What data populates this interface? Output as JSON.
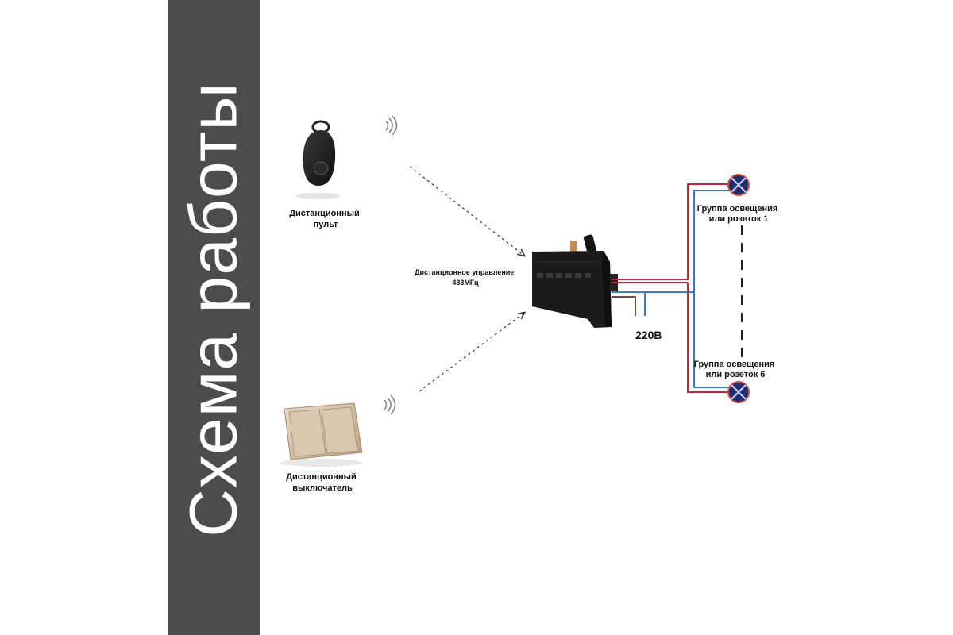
{
  "side_title": "Схема работы",
  "remote_label": [
    "Дистанционный",
    "пульт"
  ],
  "switch_label": [
    "Дистанционный",
    "выключатель"
  ],
  "control_label": [
    "Дистанционное управление",
    "433МГц"
  ],
  "voltage_label": "220В",
  "group1_label": [
    "Группа освещения",
    "или розеток 1"
  ],
  "group6_label": [
    "Группа освещения",
    "или розеток 6"
  ],
  "colors": {
    "band": "#4a4c4d",
    "phase_wire": "#c0273a",
    "neutral_wire": "#3b78c9",
    "brown_wire": "#7a4a2e",
    "lamp": "#1f2f6e",
    "device": "#1b1b1b"
  }
}
